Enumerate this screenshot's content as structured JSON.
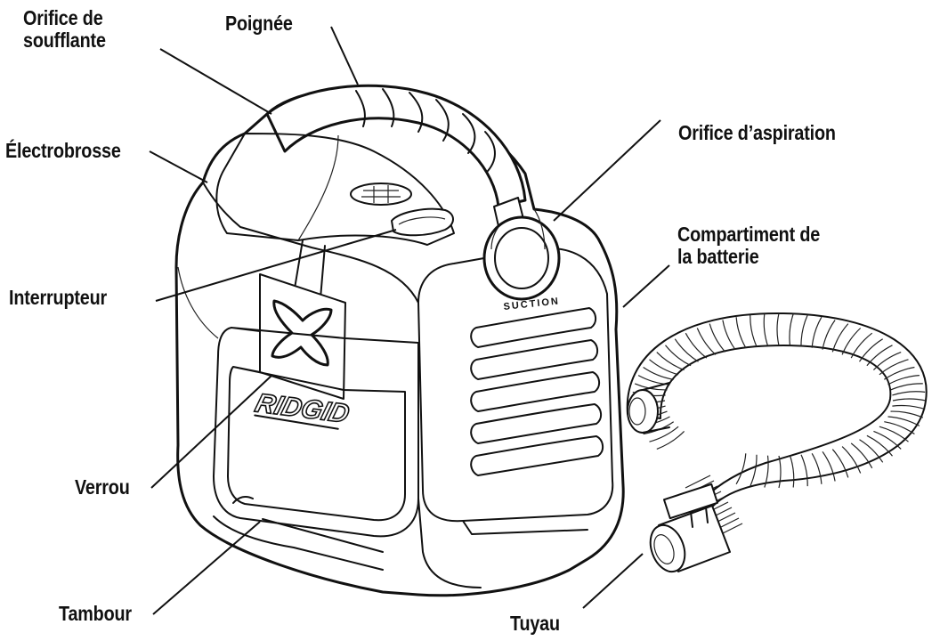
{
  "diagram": {
    "labels": {
      "orifice_soufflante": [
        "Orifice de",
        "soufflante"
      ],
      "poignee": "Poignée",
      "electrobrosse": "Électrobrosse",
      "orifice_aspiration": "Orifice d’aspiration",
      "compartiment_batterie": [
        "Compartiment de",
        "la batterie"
      ],
      "interrupteur": "Interrupteur",
      "verrou": "Verrou",
      "tambour": "Tambour",
      "tuyau": "Tuyau"
    },
    "product_markings": {
      "brand": "RIDGID",
      "port_label": "SUCTION"
    },
    "colors": {
      "ink": "#111111",
      "background": "#ffffff"
    }
  }
}
